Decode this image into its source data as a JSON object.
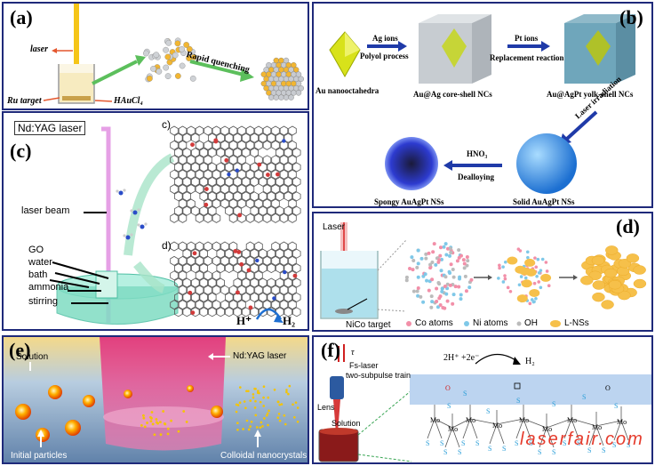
{
  "panel_a": {
    "label": "(a)",
    "laser": "laser",
    "ru_target": "Ru target",
    "haucl4": "HAuCl₄",
    "rapid_quenching": "Rapid quenching"
  },
  "panel_b": {
    "label": "(b)",
    "au_nanooctahedra": "Au nanooctahedra",
    "ag_ions": "Ag ions",
    "polyol": "Polyol process",
    "au_ag_core_shell": "Au@Ag core-shell NCs",
    "pt_ions": "Pt ions",
    "replacement": "Replacement reaction",
    "au_agpt_yolk_shell": "Au@AgPt yolk-shell NCs",
    "laser_irradiation": "Laser irradiation",
    "hno3": "HNO₃",
    "dealloying": "Dealloying",
    "spongy": "Spongy AuAgPt NSs",
    "solid": "Solid AuAgPt NSs"
  },
  "panel_c": {
    "label": "(c)",
    "nd_yag": "Nd:YAG laser",
    "laser_beam": "laser beam",
    "go": "GO",
    "water": "water",
    "bath": "bath",
    "ammonia": "ammonia",
    "stirring": "stirring",
    "sub_c": "c)",
    "sub_d": "d)",
    "h_plus": "H⁺",
    "h2": "H₂"
  },
  "panel_d": {
    "label": "(d)",
    "laser": "Laser",
    "nico_target": "NiCo target",
    "co_atoms": "Co atoms",
    "ni_atoms": "Ni atoms",
    "oh": "OH",
    "l_nss": "L-NSs"
  },
  "panel_e": {
    "label": "(e)",
    "solution": "Solution",
    "nd_yag": "Nd:YAG laser",
    "initial": "Initial particles",
    "colloidal": "Colloidal nanocrystals"
  },
  "panel_f": {
    "label": "(f)",
    "tau": "τ",
    "fs_laser": "Fs-laser",
    "train": "two-subpulse train",
    "lens": "Lens",
    "solution": "Solution",
    "reaction": "2H⁺ +2e⁻",
    "h2": "H₂",
    "watermark": "laserfair.com"
  },
  "colors": {
    "border": "#1f2a7a",
    "gold": "#f2c02c",
    "laser_pink": "#e24ba6",
    "teal": "#9fe3d2",
    "blue_sphere": "#3e93e6"
  }
}
